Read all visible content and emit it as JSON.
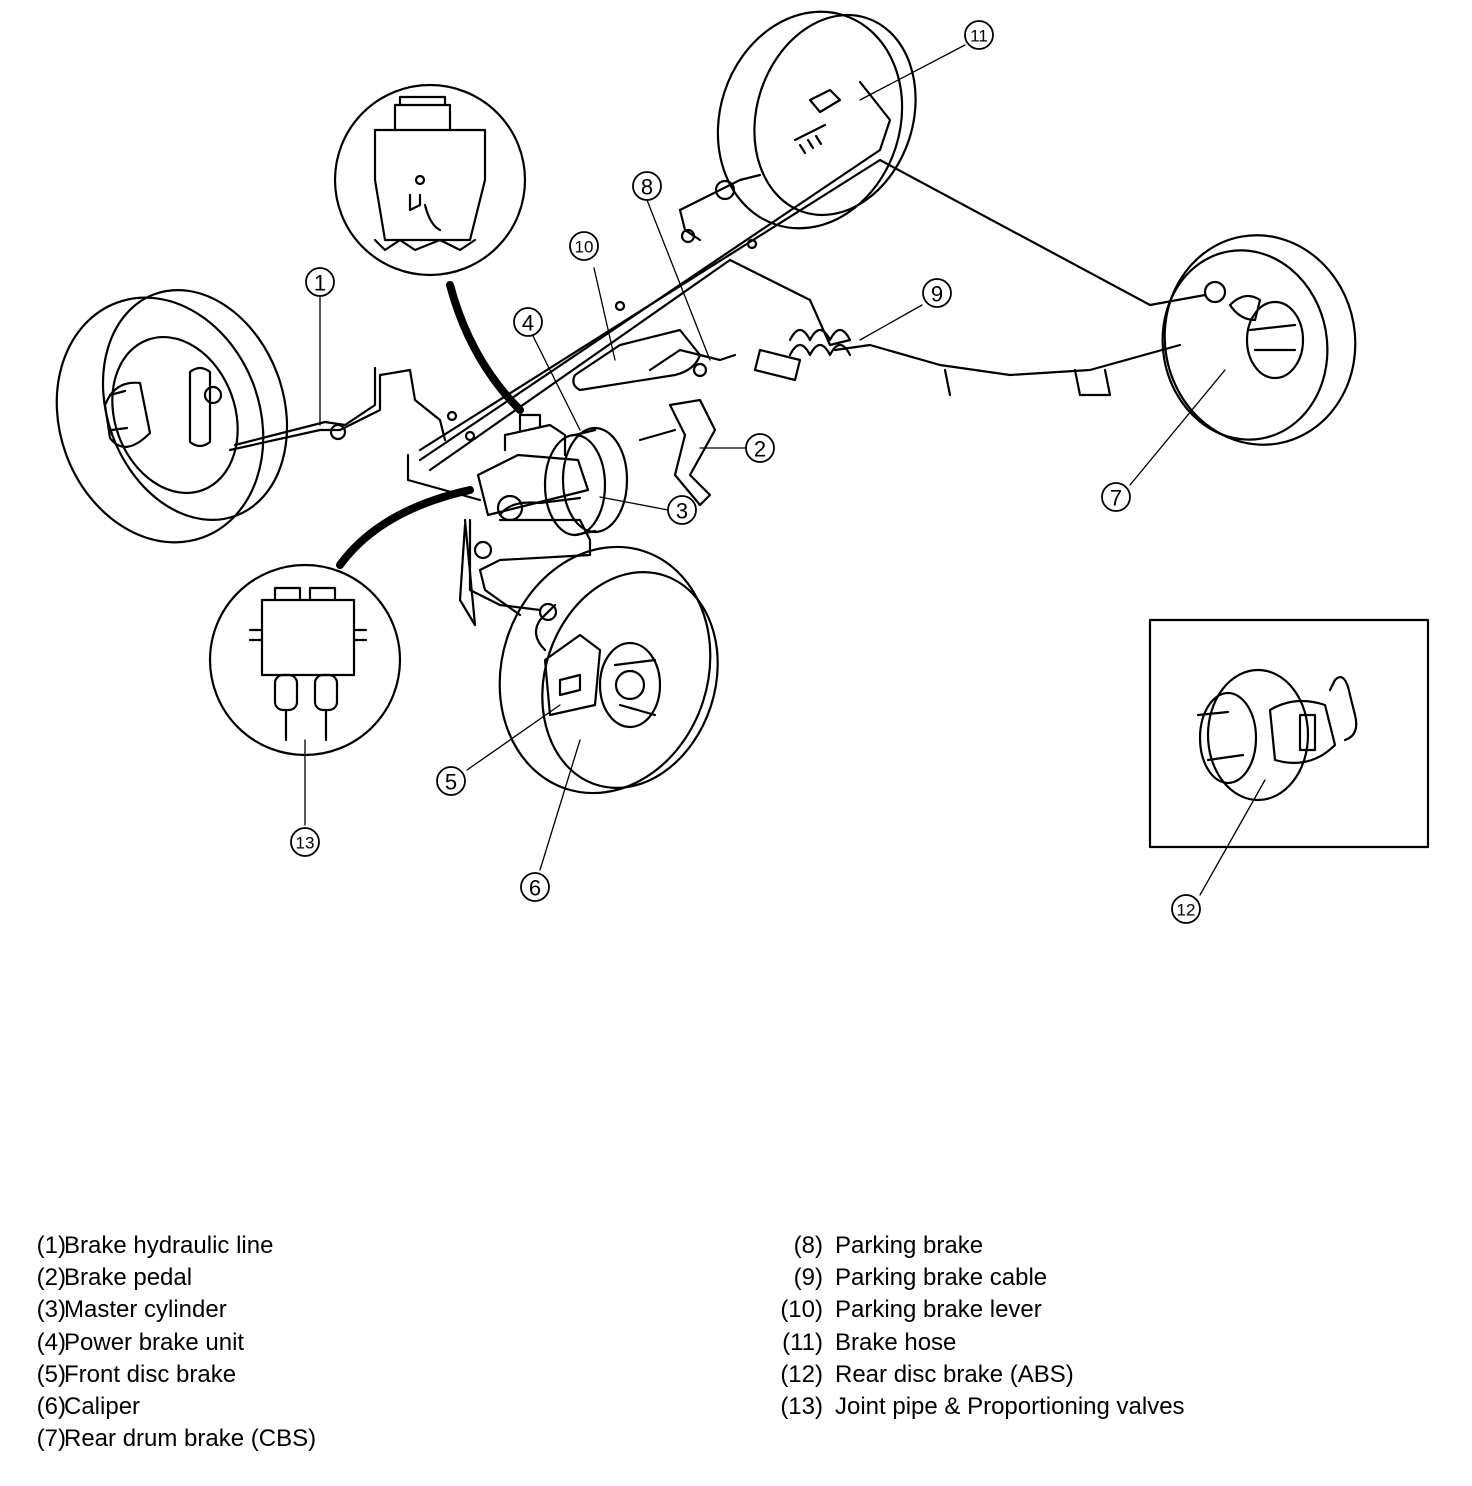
{
  "callouts": [
    "1",
    "2",
    "3",
    "4",
    "5",
    "6",
    "7",
    "8",
    "9",
    "10",
    "11",
    "12",
    "13"
  ],
  "legend": {
    "left": [
      {
        "num": "(1)",
        "text": "Brake hydraulic line"
      },
      {
        "num": "(2)",
        "text": "Brake pedal"
      },
      {
        "num": "(3)",
        "text": "Master cylinder"
      },
      {
        "num": "(4)",
        "text": "Power brake unit"
      },
      {
        "num": "(5)",
        "text": "Front disc brake"
      },
      {
        "num": "(6)",
        "text": "Caliper"
      },
      {
        "num": "(7)",
        "text": "Rear drum brake (CBS)"
      }
    ],
    "right": [
      {
        "num": "(8)",
        "text": "Parking brake"
      },
      {
        "num": "(9)",
        "text": "Parking brake cable"
      },
      {
        "num": "(10)",
        "text": "Parking brake lever"
      },
      {
        "num": "(11)",
        "text": "Brake hose"
      },
      {
        "num": "(12)",
        "text": "Rear disc brake (ABS)"
      },
      {
        "num": "(13)",
        "text": "Joint pipe & Proportioning valves"
      }
    ]
  }
}
